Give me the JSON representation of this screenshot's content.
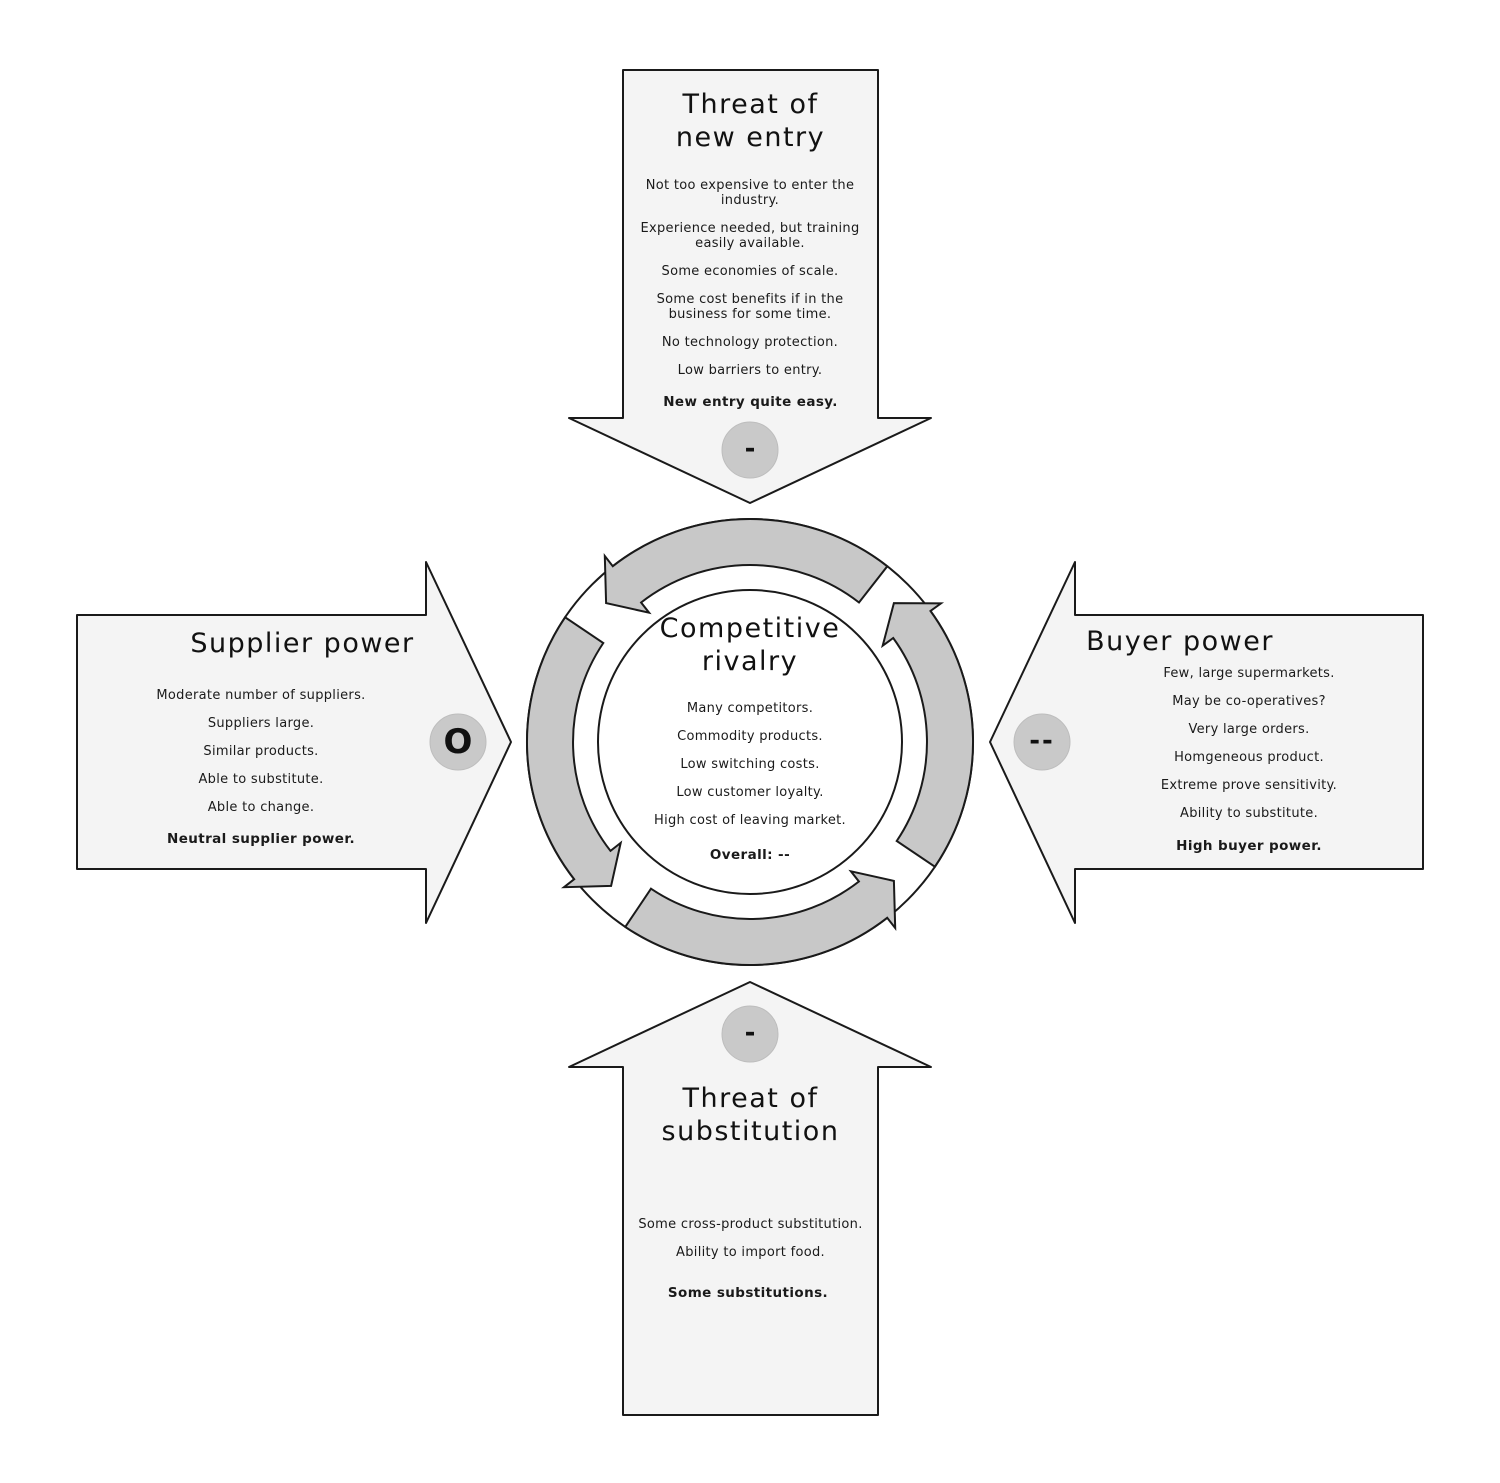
{
  "diagram": {
    "new_entry": {
      "title_line1": "Threat of",
      "title_line2": "new entry",
      "items": [
        "Not too expensive to enter the industry.",
        "Experience needed, but training easily available.",
        "Some economies of scale.",
        "Some cost benefits if in the business for some time.",
        "No technology protection.",
        "Low barriers to entry."
      ],
      "summary": "New entry quite easy.",
      "rating": "-"
    },
    "supplier": {
      "title": "Supplier power",
      "items": [
        "Moderate number of suppliers.",
        "Suppliers large.",
        "Similar products.",
        "Able to substitute.",
        "Able to change."
      ],
      "summary": "Neutral supplier power.",
      "rating": "O"
    },
    "buyer": {
      "title": "Buyer power",
      "items": [
        "Few, large supermarkets.",
        "May be co-operatives?",
        "Very large orders.",
        "Homgeneous product.",
        "Extreme prove sensitivity.",
        "Ability to substitute."
      ],
      "summary": "High buyer power.",
      "rating": "--"
    },
    "substitution": {
      "title_line1": "Threat of",
      "title_line2": "substitution",
      "items": [
        "Some cross-product substitution.",
        "Ability to import food."
      ],
      "summary": "Some substitutions.",
      "rating": "-"
    },
    "rivalry": {
      "title_line1": "Competitive",
      "title_line2": "rivalry",
      "items": [
        "Many competitors.",
        "Commodity products.",
        "Low switching costs.",
        "Low customer loyalty.",
        "High cost of leaving market."
      ],
      "summary": "Overall: --"
    }
  },
  "colors": {
    "panel_fill": "#f4f4f4",
    "ring_fill": "#c8c8c8",
    "badge_fill": "#c9c9c9",
    "stroke": "#1a1a1a"
  }
}
